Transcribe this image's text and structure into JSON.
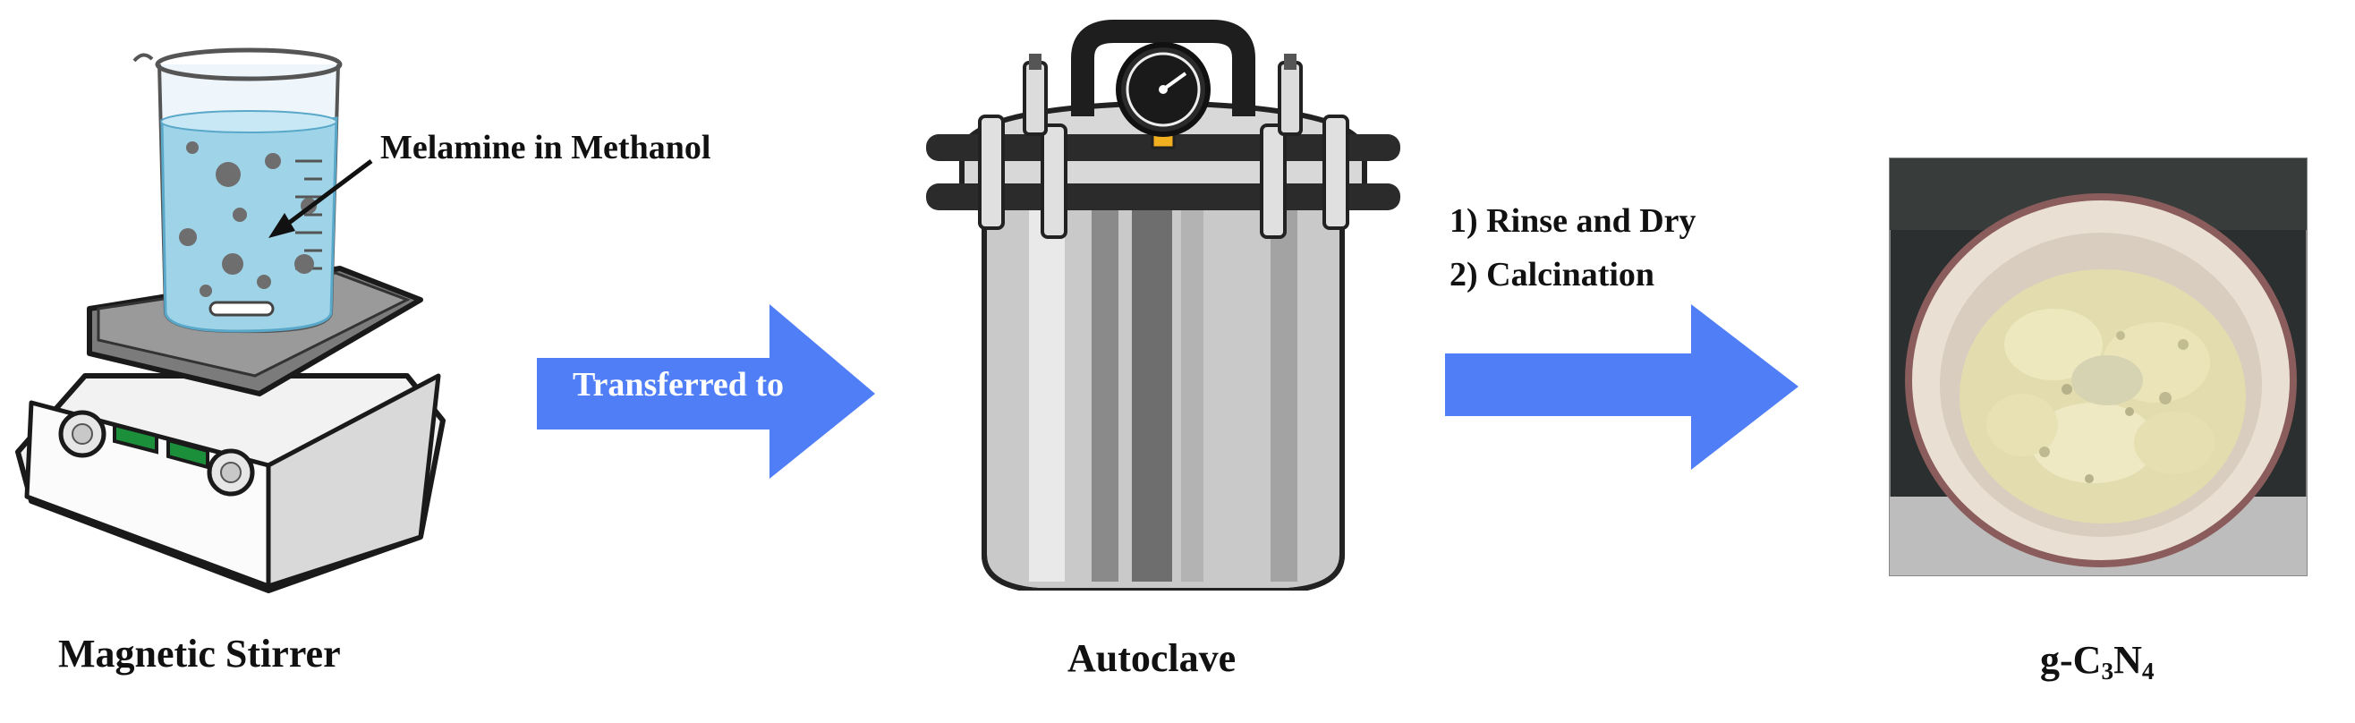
{
  "stirrer": {
    "annotation": "Melamine in Methanol",
    "caption": "Magnetic Stirrer"
  },
  "arrow1": {
    "label": "Transferred to",
    "color": "#4f7ef7"
  },
  "autoclave": {
    "caption": "Autoclave"
  },
  "arrow2": {
    "steps": [
      "1) Rinse and Dry",
      "2) Calcination"
    ],
    "color": "#4f7ef7"
  },
  "product": {
    "caption_prefix": "g-C",
    "caption_sub1": "3",
    "caption_mid": "N",
    "caption_sub2": "4"
  }
}
